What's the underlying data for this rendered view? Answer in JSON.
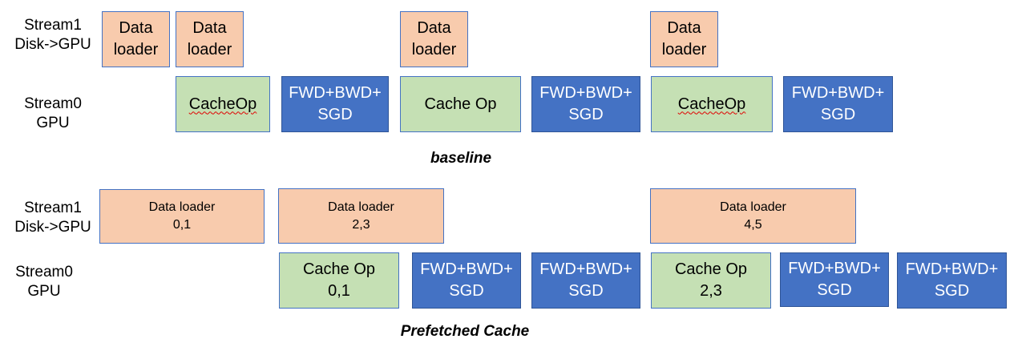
{
  "baseline": {
    "stream1_label": "Stream1\nDisk->GPU",
    "stream0_label": "Stream0\nGPU",
    "loaders": [
      "Data\nloader",
      "Data\nloader",
      "Data\nloader",
      "Data\nloader"
    ],
    "ops": [
      {
        "kind": "cache",
        "label": "CacheOp",
        "spellcheck": true
      },
      {
        "kind": "fwd",
        "label": "FWD+BWD+\nSGD"
      },
      {
        "kind": "cache",
        "label": "Cache Op"
      },
      {
        "kind": "fwd",
        "label": "FWD+BWD+\nSGD"
      },
      {
        "kind": "cache",
        "label": "CacheOp",
        "spellcheck": true
      },
      {
        "kind": "fwd",
        "label": "FWD+BWD+\nSGD"
      }
    ],
    "caption": "baseline"
  },
  "prefetched": {
    "stream1_label": "Stream1\nDisk->GPU",
    "stream0_label": "Stream0\nGPU",
    "loaders": [
      "Data loader\n0,1",
      "Data loader\n2,3",
      "Data loader\n4,5"
    ],
    "ops": [
      {
        "kind": "cache",
        "label": "Cache Op\n0,1"
      },
      {
        "kind": "fwd",
        "label": "FWD+BWD+\nSGD"
      },
      {
        "kind": "fwd",
        "label": "FWD+BWD+\nSGD"
      },
      {
        "kind": "cache",
        "label": "Cache Op\n2,3"
      },
      {
        "kind": "fwd",
        "label": "FWD+BWD+\nSGD"
      },
      {
        "kind": "fwd",
        "label": "FWD+BWD+\nSGD"
      }
    ],
    "caption": "Prefetched Cache"
  },
  "colors": {
    "loader_fill": "#f8cbad",
    "cache_fill": "#c5e0b4",
    "fwd_fill": "#4472c4",
    "box_border": "#4472c4"
  }
}
